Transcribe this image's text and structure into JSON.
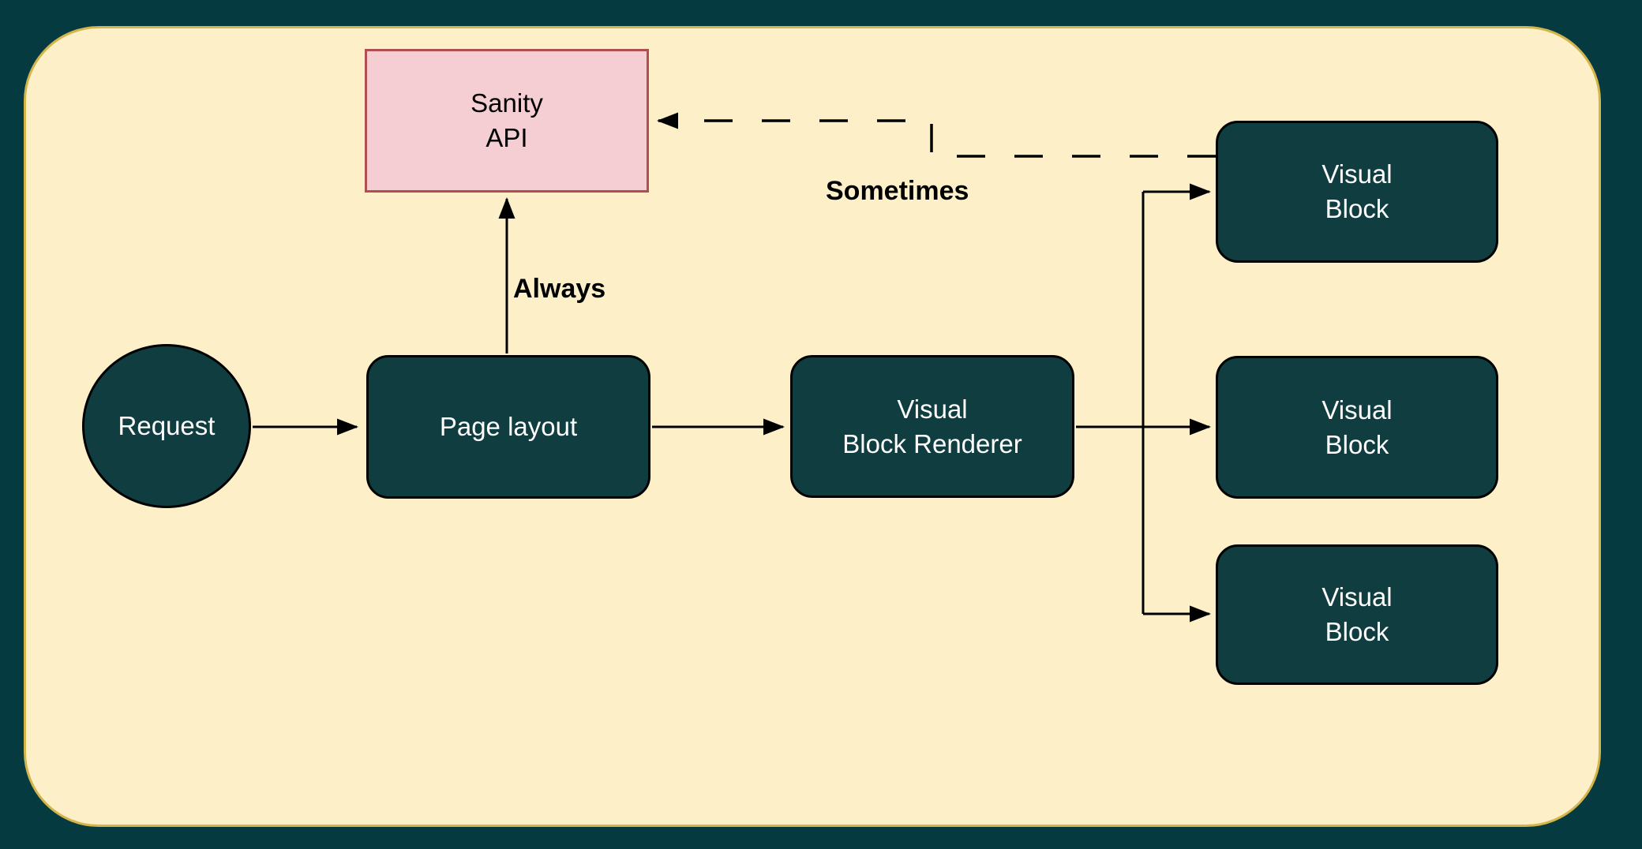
{
  "diagram": {
    "title": "page rendering flow diagram",
    "colors": {
      "outer_background": "#053a40",
      "panel_fill": "#fdf0c9",
      "panel_border": "#d4b54b",
      "node_fill_dark": "#0f3d40",
      "node_border_dark": "#000000",
      "node_text_dark": "#ffffff",
      "node_fill_pink": "#f5ced3",
      "node_border_pink": "#b04f52",
      "node_text_pink": "#000000",
      "connector": "#000000",
      "edge_label_text": "#000000"
    },
    "nodes": {
      "sanity_api": {
        "line1": "Sanity",
        "line2": "API"
      },
      "request": {
        "label": "Request"
      },
      "page_layout": {
        "label": "Page layout"
      },
      "visual_block_renderer": {
        "line1": "Visual",
        "line2": "Block Renderer"
      },
      "visual_block_top": {
        "line1": "Visual",
        "line2": "Block"
      },
      "visual_block_middle": {
        "line1": "Visual",
        "line2": "Block"
      },
      "visual_block_bottom": {
        "line1": "Visual",
        "line2": "Block"
      }
    },
    "edge_labels": {
      "always": "Always",
      "sometimes": "Sometimes"
    },
    "edges": [
      "request -> page_layout",
      "page_layout -> sanity_api (Always)",
      "page_layout -> visual_block_renderer",
      "visual_block_renderer -> visual_block_top",
      "visual_block_renderer -> visual_block_middle",
      "visual_block_renderer -> visual_block_bottom",
      "visual_block_top -> sanity_api (Sometimes, dashed)"
    ]
  }
}
